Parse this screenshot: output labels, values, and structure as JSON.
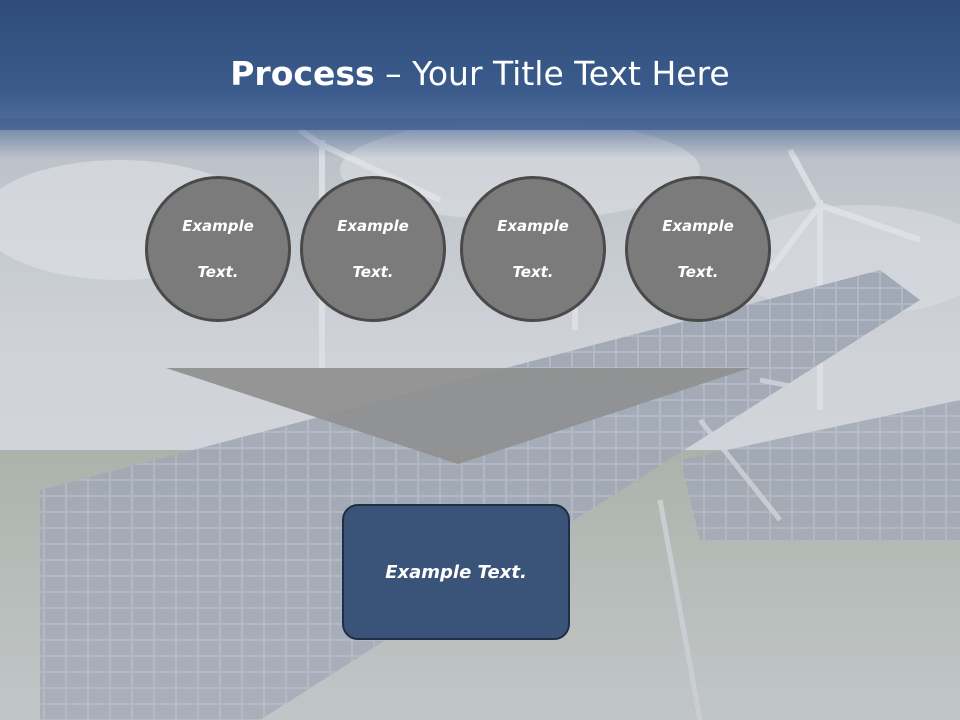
{
  "title": {
    "bold": "Process",
    "rest": " – Your Title Text Here"
  },
  "steps": [
    {
      "line1": "Example",
      "line2": "Text."
    },
    {
      "line1": "Example",
      "line2": "Text."
    },
    {
      "line1": "Example",
      "line2": "Text."
    },
    {
      "line1": "Example",
      "line2": "Text."
    }
  ],
  "result": {
    "label": "Example Text."
  },
  "colors": {
    "header": "#3a5b8c",
    "circle_fill": "#7b7b7b",
    "circle_border": "#4a4a4a",
    "arrow": "#8f8f8f",
    "result_fill": "#3a5379"
  }
}
